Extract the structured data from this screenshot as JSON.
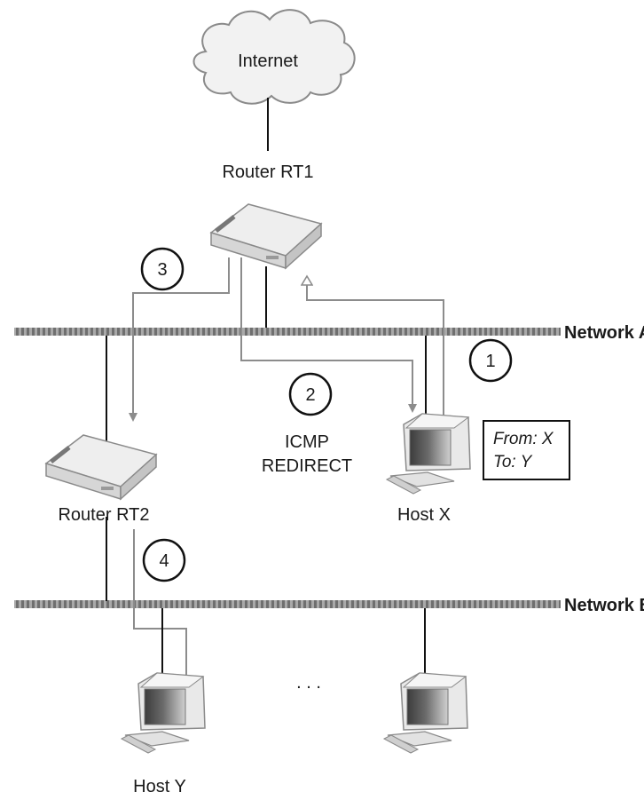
{
  "nodes": {
    "internet": "Internet",
    "router_rt1": "Router RT1",
    "router_rt2": "Router RT2",
    "host_x": "Host X",
    "host_y": "Host Y",
    "ellipsis": ". . ."
  },
  "networks": {
    "a": "Network A",
    "b": "Network B"
  },
  "steps": {
    "s1": "1",
    "s2": "2",
    "s3": "3",
    "s4": "4"
  },
  "icmp_label": {
    "line1": "ICMP",
    "line2": "REDIRECT"
  },
  "packet_note": {
    "from": "From: X",
    "to": "To: Y"
  },
  "colors": {
    "network_bus": "#8a8a8a",
    "wire": "#111111",
    "packet_arrow": "#8c8c8c",
    "device_fill": "#e6e6e6",
    "monitor_screen": "#5c5c5c"
  }
}
